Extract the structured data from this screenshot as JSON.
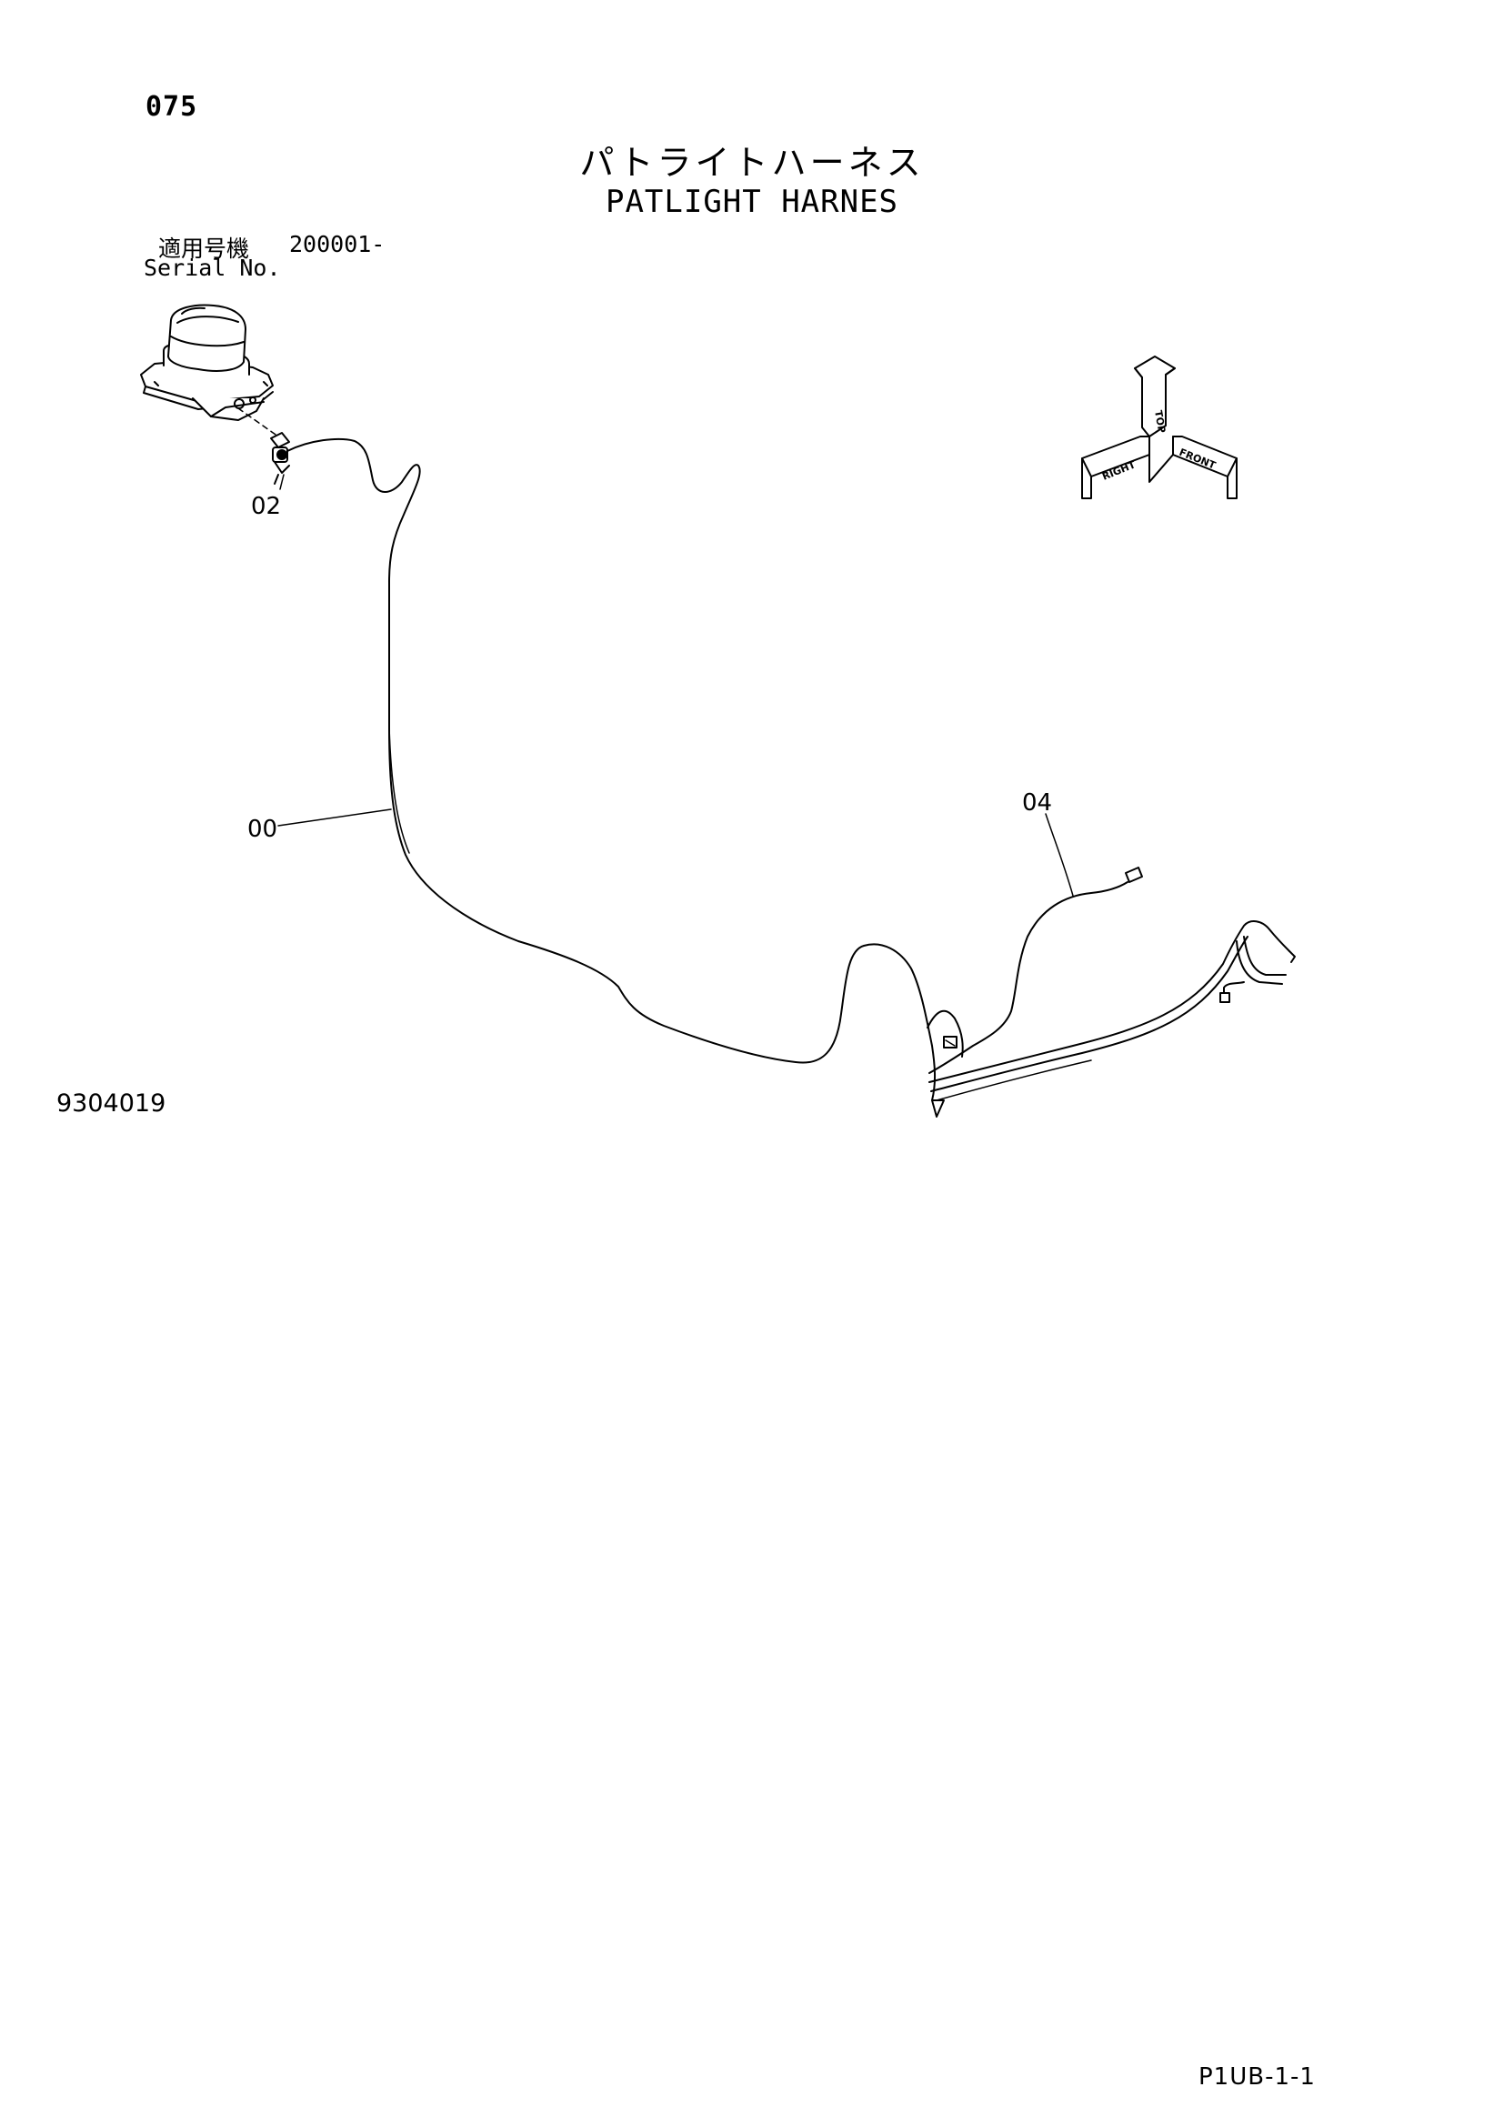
{
  "page_number": "075",
  "title_ja": "パトライトハーネス",
  "title_en": "PATLIGHT HARNES",
  "serial": {
    "label_ja": "適用号機",
    "value": "200001-",
    "label_en": "Serial No."
  },
  "callouts": {
    "c02": "02",
    "c00": "00",
    "c04": "04"
  },
  "direction_symbol": {
    "top": "TOP",
    "front": "FRONT",
    "right": "RIGHT"
  },
  "document_number": "9304019",
  "sheet_code": "P1UB-1-1"
}
